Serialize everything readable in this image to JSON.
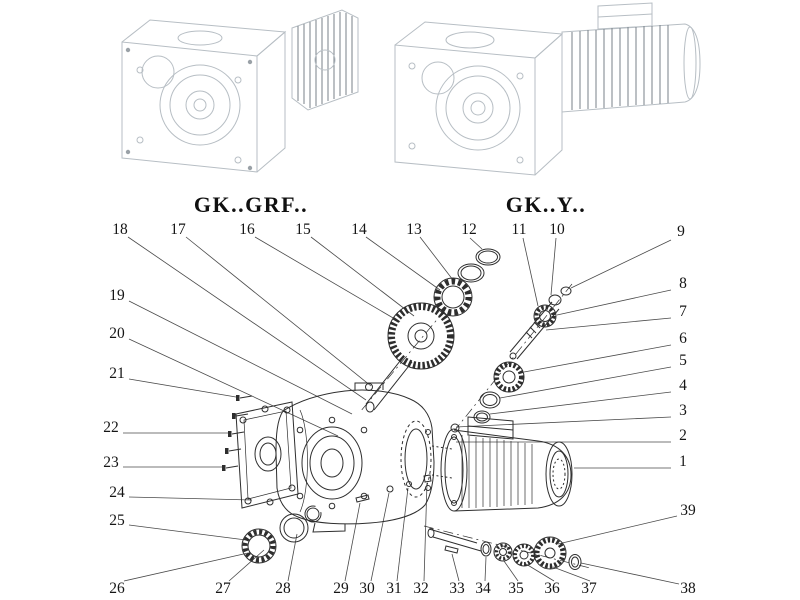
{
  "background": "#ffffff",
  "colors": {
    "lineart_light": "#b7bec4",
    "lineart_dark": "#2e2e2e",
    "leader_line": "#4a4a4a",
    "label_text": "#151515"
  },
  "model_labels": {
    "left": "GK..GRF..",
    "right": "GK..Y.."
  },
  "callouts": {
    "top": [
      "18",
      "17",
      "16",
      "15",
      "14",
      "13",
      "12",
      "11",
      "10",
      "9"
    ],
    "left": [
      "19",
      "20",
      "21",
      "22",
      "23",
      "24",
      "25",
      "26"
    ],
    "right": [
      "8",
      "7",
      "6",
      "5",
      "4",
      "3",
      "2",
      "1",
      "39",
      "38"
    ],
    "bottom": [
      "27",
      "28",
      "29",
      "30",
      "31",
      "32",
      "33",
      "34",
      "35",
      "36",
      "37"
    ]
  }
}
